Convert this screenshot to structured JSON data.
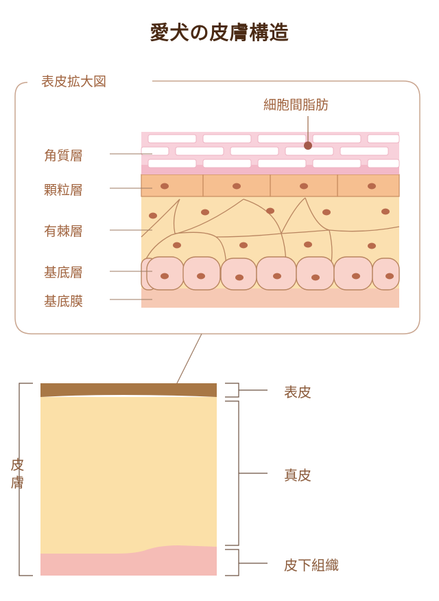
{
  "title": "愛犬の皮膚構造",
  "zoom": {
    "heading": "表皮拡大図",
    "callout": "細胞間脂肪",
    "layers": [
      "角質層",
      "顆粒層",
      "有棘層",
      "基底層",
      "基底膜"
    ]
  },
  "skin": {
    "side_label": "皮膚",
    "layers": [
      "表皮",
      "真皮",
      "皮下組織"
    ]
  }
}
